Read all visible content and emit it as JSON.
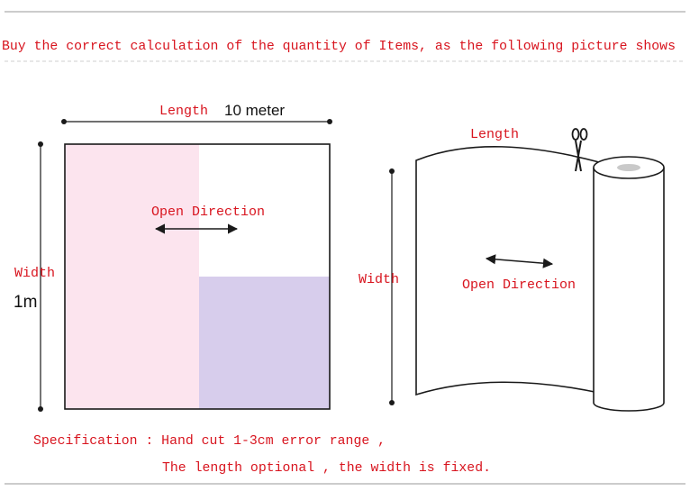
{
  "header": {
    "instruction": "Buy the correct calculation of the quantity of Items, as the following picture shows"
  },
  "sheet_figure": {
    "length_label": "Length",
    "length_value": "10 meter",
    "width_label": "Width",
    "width_value": "1m",
    "direction_label": "Open Direction"
  },
  "roll_figure": {
    "length_label": "Length",
    "width_label": "Width",
    "direction_label": "Open Direction",
    "cut_icon": "scissors-icon"
  },
  "footer": {
    "specification": "Specification : Hand cut 1-3cm error range ,",
    "note": "The length optional , the width is fixed."
  },
  "colors": {
    "text_red": "#d8141e",
    "swatch_pink": "#fce4ee",
    "swatch_lavender": "#d7cdec",
    "line": "#1a1a1a",
    "rule": "#9a9a9a"
  }
}
